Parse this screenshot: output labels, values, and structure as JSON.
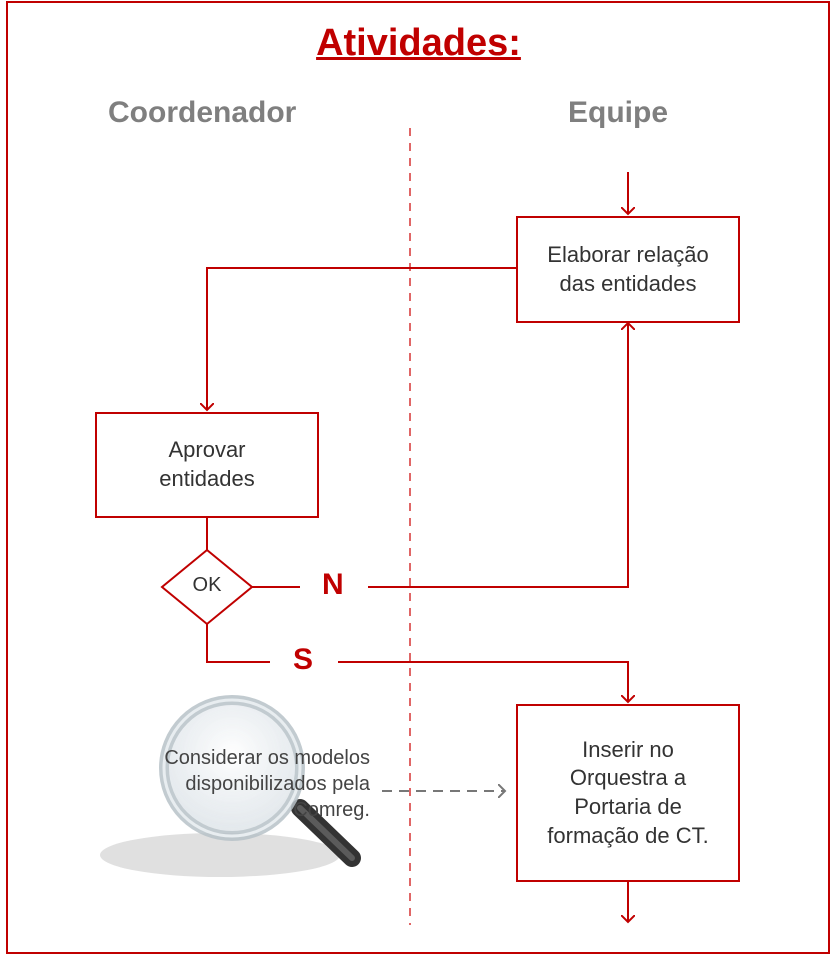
{
  "title": "Atividades:",
  "lanes": {
    "left": "Coordenador",
    "right": "Equipe"
  },
  "steps": {
    "elaborar": "Elaborar relação das entidades",
    "aprovar": "Aprovar entidades",
    "decision": "OK",
    "inserir": "Inserir no Orquestra a Portaria de formação de CT."
  },
  "branches": {
    "no": "N",
    "yes": "S"
  },
  "note": "Considerar os modelos disponibilizados pela Comreg.",
  "colors": {
    "accent": "#c00000",
    "lane_header": "#7f7f7f",
    "divider": "#e06666"
  },
  "icons": [
    "magnifier-icon"
  ]
}
